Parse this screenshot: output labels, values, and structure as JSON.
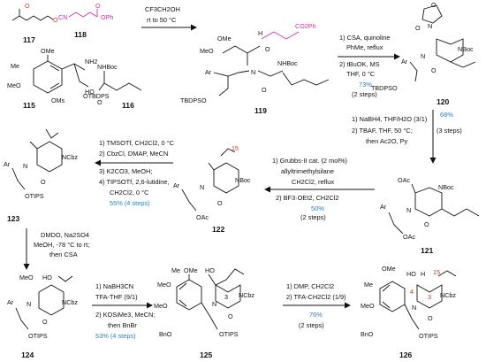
{
  "compounds": {
    "c117": "117",
    "c118": "118",
    "c115": "115",
    "c116": "116",
    "c119": "119",
    "c120": "120",
    "c121": "121",
    "c122": "122",
    "c123": "123",
    "c124": "124",
    "c125": "125",
    "c126": "126"
  },
  "atoms": {
    "ome": "OMe",
    "meo": "MeO",
    "me": "Me",
    "oms": "OMs",
    "nh2": "NH2",
    "otbdps": "OTBDPS",
    "tbdpso": "TBDPSO",
    "nhboc": "NHBoc",
    "nboc": "NBoc",
    "ncbz": "NCbz",
    "ho": "HO",
    "o": "O",
    "n": "N",
    "ar": "Ar",
    "oac": "OAc",
    "otips": "OTIPS",
    "bno": "BnO",
    "cn": "CN",
    "oph": "OPh",
    "co2ph": "CO2Ph",
    "h": "H",
    "n15": "15",
    "n3": "3",
    "n4": "4"
  },
  "conditions": {
    "step1": [
      "CF3CH2OH",
      "rt to 50 °C"
    ],
    "step2": [
      "1) CSA, quinoline",
      "PhMe, reflux",
      "2) tBuOK, MS",
      "THF, 0 °C"
    ],
    "step2_yield": "73%",
    "step2_steps": "(2 steps)",
    "step3": [
      "1) NaBH4, THF/H2O (3/1)",
      "2) TBAF, THF, 50 °C;",
      "then Ac2O, Py"
    ],
    "step3_yield": "68%",
    "step3_steps": "(3 steps)",
    "step4": [
      "1) Grubbs-II cat. (2 mol%)",
      "allyltrimethylsilane",
      "CH2Cl2, reflux",
      "2) BF3·OEt2, CH2Cl2"
    ],
    "step4_yield": "50%",
    "step4_steps": "(2 steps)",
    "step5": [
      "1) TMSOTf, CH2Cl2, 0 °C",
      "2) CbzCl, DMAP, MeCN",
      "3) K2CO3, MeOH;",
      "4) TIPSOTf, 2,6-lutidine,",
      "CH2Cl2, 0 °C"
    ],
    "step5_yield": "55% (4 steps)",
    "step6": [
      "DMDO, Na2SO4",
      "MeOH, -78 °C to rt;",
      "then CSA"
    ],
    "step7": [
      "1) NaBH3CN",
      "TFA-THF (9/1)",
      "2) KOSiMe3, MeCN;",
      "then BnBr"
    ],
    "step7_yield": "53% (4 steps)",
    "step8": [
      "1) DMP, CH2Cl2",
      "2) TFA-CH2Cl2 (1/9)"
    ],
    "step8_yield": "76%",
    "step8_steps": "(2 steps)"
  }
}
